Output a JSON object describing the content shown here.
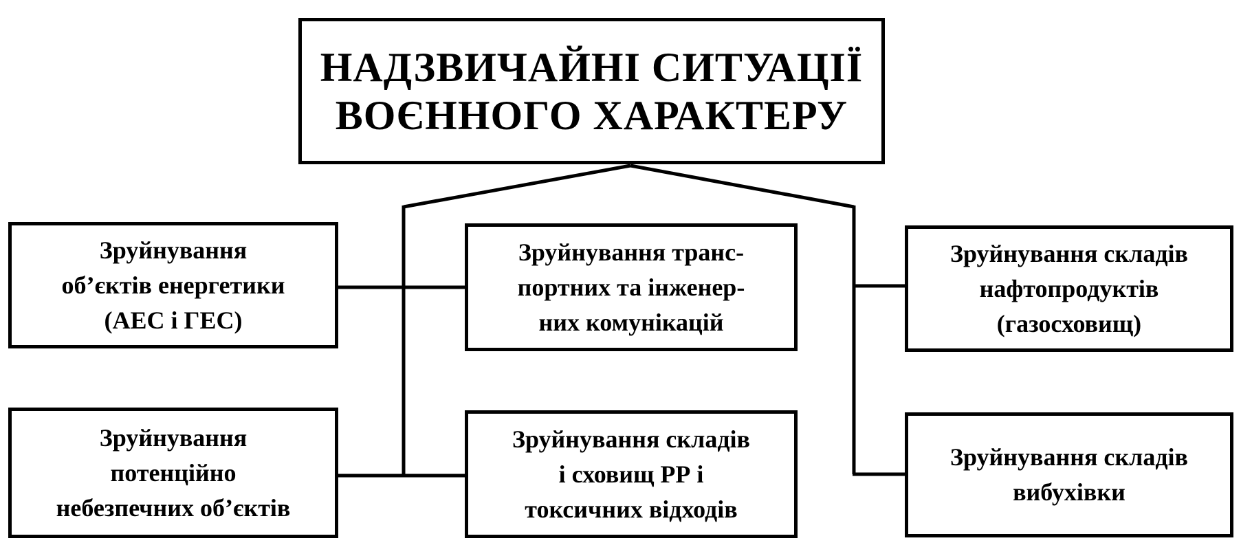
{
  "diagram": {
    "root": {
      "label": "НАДЗВИЧАЙНІ СИТУАЦІЇ\nВОЄННОГО ХАРАКТЕРУ"
    },
    "nodes": [
      {
        "id": "energy",
        "label": "Зруйнування\nоб’єктів енергетики\n(АЕС і ГЕС)"
      },
      {
        "id": "dangerous",
        "label": "Зруйнування\nпотенційно\nнебезпечних об’єктів"
      },
      {
        "id": "transport",
        "label": "Зруйнування транс-\nпортних та інженер-\nних комунікацій"
      },
      {
        "id": "rr-storage",
        "label": "Зруйнування складів\nі сховищ РР і\nтоксичних відходів"
      },
      {
        "id": "oil",
        "label": "Зруйнування складів\nнафтопродуктів\n(газосховищ)"
      },
      {
        "id": "explosives",
        "label": "Зруйнування складів\nвибухівки"
      }
    ],
    "edges": [
      {
        "from": "root",
        "to": "energy"
      },
      {
        "from": "root",
        "to": "dangerous"
      },
      {
        "from": "root",
        "to": "transport"
      },
      {
        "from": "root",
        "to": "rr-storage"
      },
      {
        "from": "root",
        "to": "oil"
      },
      {
        "from": "root",
        "to": "explosives"
      }
    ]
  }
}
